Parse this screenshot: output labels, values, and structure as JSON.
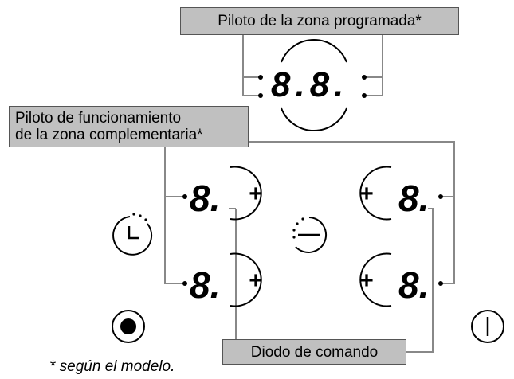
{
  "labels": {
    "programmed_zone_indicator": "Piloto de la zona programada*",
    "complementary_zone_indicator": [
      "Piloto de funcionamiento",
      "de la zona complementaria*"
    ],
    "command_diode": "Diodo de comando"
  },
  "footnote": "* según el modelo.",
  "displays": {
    "timer": "8.8.",
    "zone_digit": "8."
  },
  "buttons": {
    "plus_symbol": "+"
  },
  "colors": {
    "callout_fill": "#c0c0c0",
    "line": "#888888",
    "ink": "#000000"
  },
  "icons": [
    "timer-clock-icon",
    "minus-timer-icon",
    "power-icon",
    "lock-icon"
  ]
}
